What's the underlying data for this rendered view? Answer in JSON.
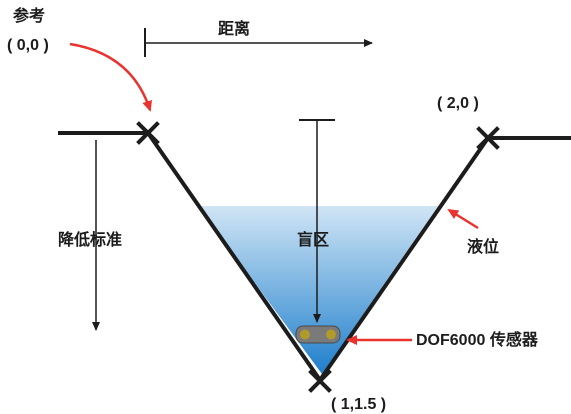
{
  "labels": {
    "reference": "参考",
    "reference_coord": "( 0,0 )",
    "distance": "距离",
    "top_right_coord": "( 2,0 )",
    "lowering_standard": "降低标准",
    "blind_zone": "盲区",
    "liquid_level": "液位",
    "sensor": "DOF6000 传感器",
    "bottom_coord": "( 1,1.5 )"
  },
  "colors": {
    "channel": "#1c1c1c",
    "annotation_red": "#e8332f",
    "water_top": "#d0e5f5",
    "water_bottom": "#1f7fcc",
    "sensor_body": "#7a7a7a",
    "sensor_lens": "#b09a2a"
  }
}
